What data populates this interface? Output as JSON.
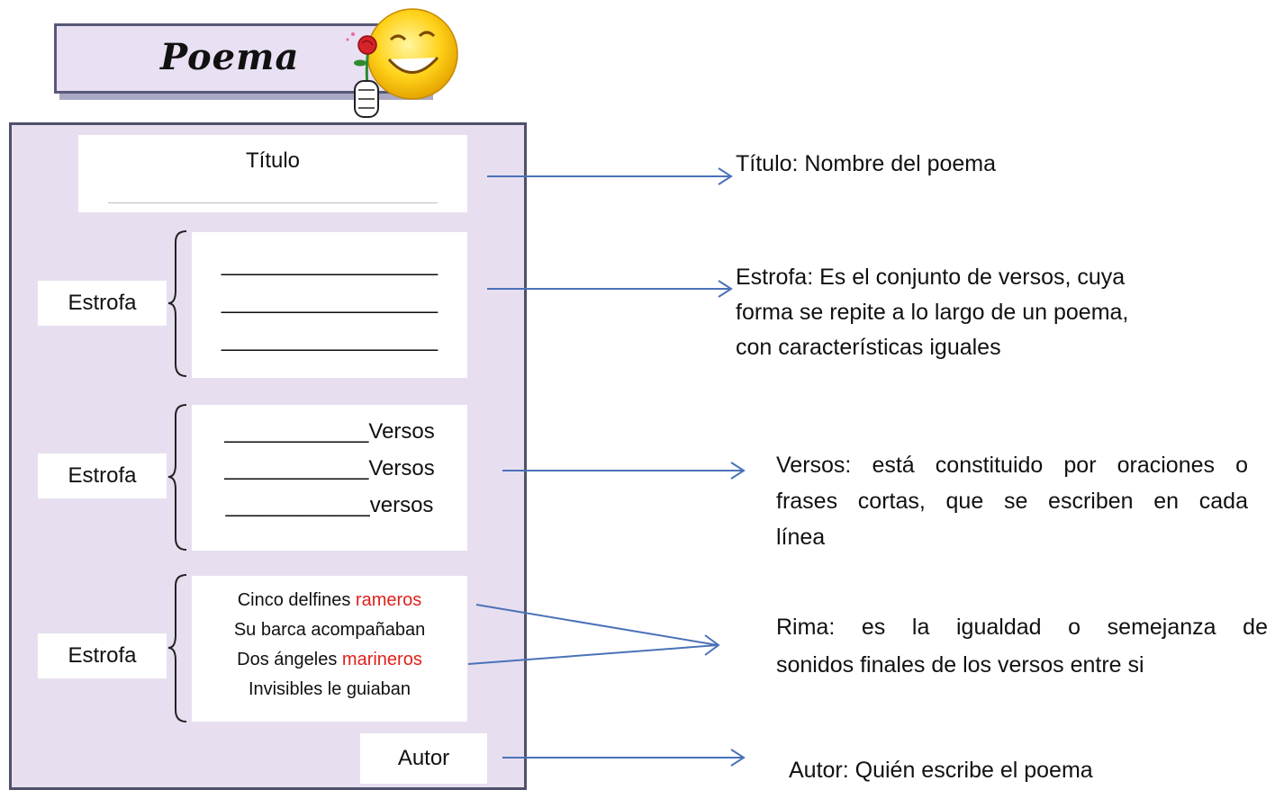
{
  "header": {
    "title": "Poema"
  },
  "poem_template": {
    "title_label": "Título",
    "stanza_label": "Estrofa",
    "blank_line": "__________________",
    "verse_blank": "____________",
    "verse_words": [
      "Versos",
      "Versos",
      "versos"
    ],
    "example_stanza": [
      {
        "text": "Cinco delfines ",
        "rhyme": "rameros"
      },
      {
        "text": "Su barca acompañaban",
        "rhyme": ""
      },
      {
        "text": "Dos ángeles ",
        "rhyme": "marineros"
      },
      {
        "text": "Invisibles le guiaban",
        "rhyme": ""
      }
    ],
    "author_label": "Autor"
  },
  "definitions": {
    "titulo": "Título: Nombre del poema",
    "estrofa": [
      "Estrofa: Es el conjunto de versos, cuya",
      "forma se repite a lo largo de un poema,",
      "con características iguales"
    ],
    "versos": [
      "Versos: está constituido por oraciones o",
      "frases cortas, que se escriben en cada",
      "línea"
    ],
    "rima": [
      "Rima: es la igualdad o semejanza de",
      "sonidos finales de los versos entre si"
    ],
    "autor": "Autor: Quién escribe el poema"
  },
  "colors": {
    "panel": "#e7dff0",
    "panel_border": "#50506c",
    "arrow": "#4a72b8",
    "rhyme": "#e0211b",
    "banner": "#e9e0f3"
  },
  "icons": [
    "smiley-with-rose-icon",
    "brace-icon",
    "arrow-right-icon"
  ]
}
